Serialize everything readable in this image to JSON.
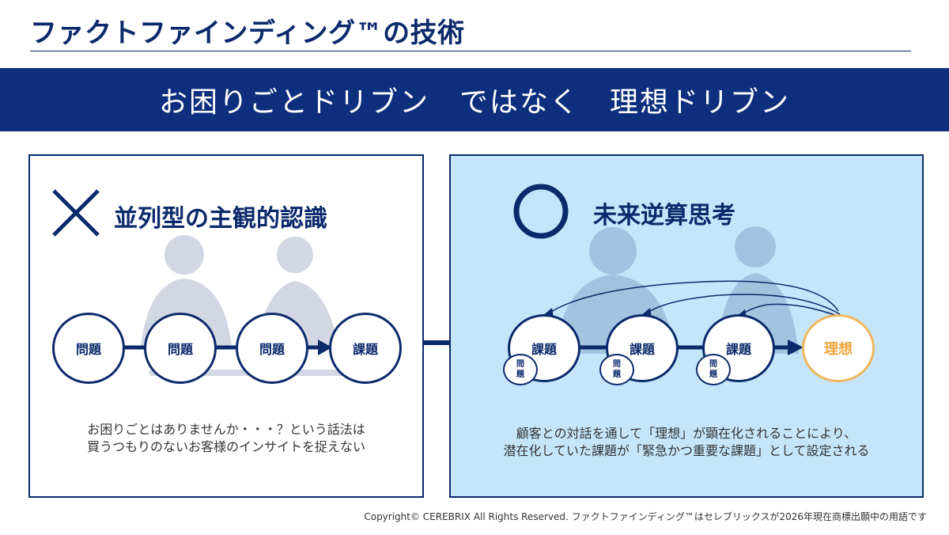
{
  "title": "ファクトファインディング™の技術",
  "banner": "お困りごとドリブン　ではなく　理想ドリブン",
  "left": {
    "mark": "cross-mark",
    "heading": "並列型の主観的認識",
    "nodes": [
      "問題",
      "問題",
      "問題",
      "課題"
    ],
    "caption": [
      "お困りごとはありませんか・・・？という話法は",
      "買うつもりのないお客様のインサイトを捉えない"
    ]
  },
  "right": {
    "mark": "circle-mark",
    "heading": "未来逆算思考",
    "nodes": [
      "課題",
      "課題",
      "課題",
      "理想"
    ],
    "mini_nodes": [
      "問題",
      "問題",
      "問題"
    ],
    "caption": [
      "顧客との対話を通して「理想」が顕在化されることにより、",
      "潜在化していた課題が「緊急かつ重要な課題」として設定される"
    ]
  },
  "colors": {
    "navy": "#0d2f7e",
    "light_blue": "#c5e6fa",
    "ideal_orange": "#f0b65c"
  },
  "copyright": "Copyright© CEREBRIX All Rights Reserved.  ファクトファインディング™はセレブリックスが2026年現在商標出願中の用語です"
}
